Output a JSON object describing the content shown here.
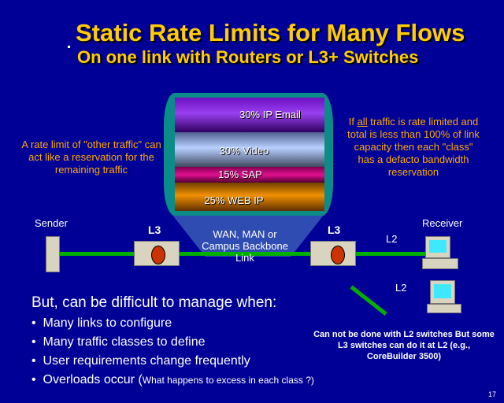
{
  "title": "Static Rate Limits for Many Flows",
  "subtitle": "On one link with Routers or L3+ Switches",
  "left_note": "A rate limit of \"other traffic\" can act like a reservation for the remaining traffic",
  "right_note": {
    "pre": "If ",
    "underlined": "all",
    "post": " traffic is rate limited and total is less than 100% of link capacity then each \"class\" has a defacto bandwidth reservation"
  },
  "pipe": {
    "bands": [
      {
        "label": "30% IP Email",
        "color": "#8a1ee8"
      },
      {
        "label": "30% Video",
        "color": "#a8c0f0"
      },
      {
        "label": "15% SAP",
        "color": "#cc1080"
      },
      {
        "label": "25% WEB IP",
        "color": "#e88a00"
      }
    ],
    "link_label": "WAN, MAN  or Campus Backbone Link"
  },
  "network": {
    "sender": "Sender",
    "receiver": "Receiver",
    "router_left": "L3",
    "router_right": "L3",
    "l2_top": "L2",
    "l2_bottom": "L2"
  },
  "manage_heading": "But, can be difficult to manage when:",
  "bullets": [
    "Many links to configure",
    "Many traffic classes to define",
    "User requirements change frequently"
  ],
  "last_bullet": {
    "main": "Overloads occur (",
    "small": "What happens to excess in each class ?)"
  },
  "l2_note": "Can not be done with L2 switches But some L3 switches can do it at L2 (e.g., CoreBuilder 3500)",
  "page_number": "17"
}
